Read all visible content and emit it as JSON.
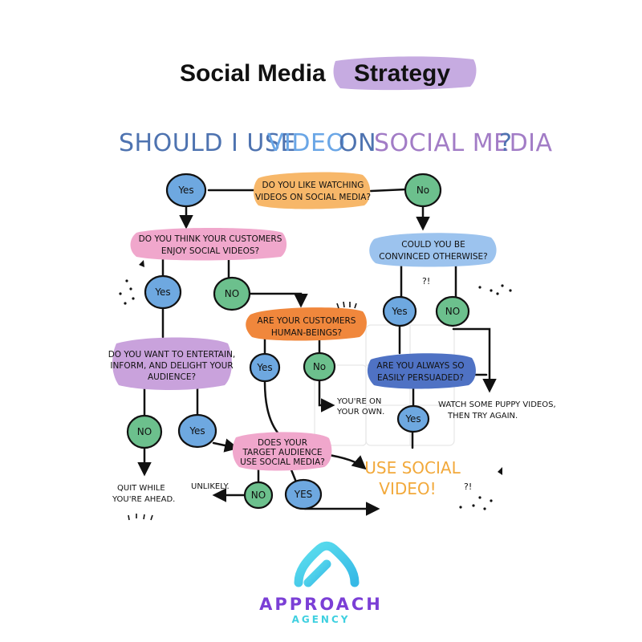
{
  "header": {
    "title_part1": "Social Media",
    "title_part2": "Strategy"
  },
  "question": {
    "w1": "SHOULD I USE",
    "w2": "VIDEO",
    "w3": "ON",
    "w4": "SOCIAL MEDIA",
    "w5": "?"
  },
  "nodes": {
    "q_like_watching": {
      "line1": "DO YOU LIKE WATCHING",
      "line2": "VIDEOS ON SOCIAL MEDIA?"
    },
    "yes_top": "Yes",
    "no_top": "No",
    "q_customers_enjoy": {
      "line1": "DO YOU THINK YOUR CUSTOMERS",
      "line2": "ENJOY SOCIAL VIDEOS?"
    },
    "q_convinced": {
      "line1": "COULD YOU BE",
      "line2": "CONVINCED OTHERWISE?"
    },
    "yes_left2": "Yes",
    "no_left2": "NO",
    "yes_right2": "Yes",
    "no_right2": "NO",
    "q_human": {
      "line1": "ARE YOUR CUSTOMERS",
      "line2": "HUMAN-BEINGS?"
    },
    "q_entertain": {
      "line1": "DO YOU WANT TO ENTERTAIN,",
      "line2": "INFORM, AND DELIGHT YOUR",
      "line3": "AUDIENCE?"
    },
    "yes_human": "Yes",
    "no_human": "No",
    "q_persuaded": {
      "line1": "ARE YOU ALWAYS SO",
      "line2": "EASILY PERSUADED?"
    },
    "no_entertain": "NO",
    "yes_entertain": "Yes",
    "yes_persuaded": "Yes",
    "q_target": {
      "line1": "DOES YOUR",
      "line2": "TARGET AUDIENCE",
      "line3": "USE SOCIAL MEDIA?"
    },
    "no_target": "NO",
    "yes_target": "YES",
    "result_own": {
      "line1": "YOU'RE ON",
      "line2": "YOUR OWN."
    },
    "result_puppy": {
      "line1": "WATCH SOME PUPPY VIDEOS,",
      "line2": "THEN TRY AGAIN."
    },
    "result_quit": {
      "line1": "QUIT WHILE",
      "line2": "YOU'RE AHEAD."
    },
    "result_unlikely": "UNLIKELY.",
    "result_use": {
      "line1": "USE SOCIAL",
      "line2": "VIDEO!"
    },
    "doodle1": "?!",
    "doodle2": "?!"
  },
  "logo": {
    "name": "APPROACH",
    "sub": "AGENCY"
  },
  "colors": {
    "blue_circle": "#6ea8e0",
    "green_circle": "#6cc08d",
    "pink_shape": "#f0a7cc",
    "orange_shape": "#f7b769",
    "deep_orange_shape": "#f0873c",
    "lightblue_shape": "#9cc3ee",
    "purple_shape": "#c9a2dc",
    "navy_shape": "#4f72c4",
    "title_highlight": "#c3a6df",
    "question_blue": "#4e73b0",
    "question_purple": "#a27cc6",
    "result_orange": "#f2a93b",
    "logo_cyan": "#3fd0e0",
    "logo_purple": "#7b3fd6"
  }
}
